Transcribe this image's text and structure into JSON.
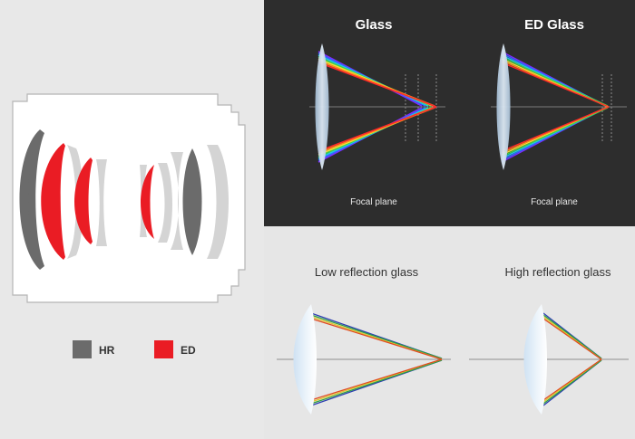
{
  "legend": {
    "hr": {
      "label": "HR",
      "color": "#6b6b6b"
    },
    "ed": {
      "label": "ED",
      "color": "#ea1c24"
    }
  },
  "dispersion": {
    "glass_title": "Glass",
    "ed_glass_title": "ED Glass",
    "glass_caption": "Focal plane",
    "ed_glass_caption": "Focal plane"
  },
  "reflection": {
    "low_title": "Low reflection glass",
    "high_title": "High reflection glass"
  },
  "colors": {
    "dark_bg": "#2d2d2d",
    "light_bg": "#e8e8e8",
    "element_light": "#d4d4d4",
    "lens_blue": "#c9dcee"
  },
  "icons": {
    "lens_element": "lens-element-icon",
    "legend_swatch": "legend-swatch-icon"
  }
}
